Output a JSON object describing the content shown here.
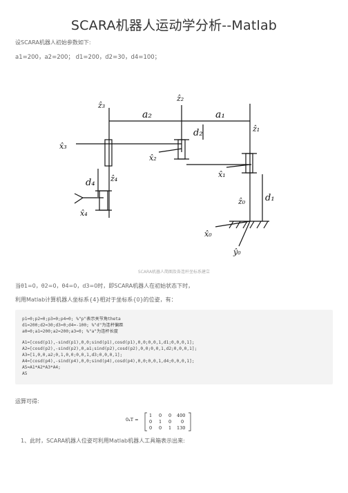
{
  "title": "SCARA机器人运动学分析--Matlab",
  "intro": "设SCARA机器人初始参数如下:",
  "params": "a1=200，a2=200；      d1=200，d2=30，d4=100；",
  "figure": {
    "caption": "SCARA机器人简图及各连杆坐标系建立",
    "labels": {
      "z3": "ẑ₃",
      "z2": "ẑ₂",
      "z1": "ẑ₁",
      "z0": "ẑ₀",
      "z4": "ẑ₄",
      "x3": "x̂₃",
      "x2": "x̂₂",
      "x1": "x̂₁",
      "x0": "x̂₀",
      "x4": "x̂₄",
      "y0": "ŷ₀",
      "a2": "a₂",
      "a1": "a₁",
      "d2": "d₂",
      "d4": "d₄",
      "d1": "d₁"
    }
  },
  "condition": "当θ1=0，θ2=0，θ4=0，d3=0时，即SCARA机器人在初始状态下时，",
  "method": "利用Matlab计算机器人坐标系{4}相对于坐标系{0}的位姿，有：",
  "code_lines": [
    "p1=0;p2=0;p3=0;p4=0;    %\"p\"表示关节角theta",
    "d1=200;d2=30;d3=0;d4=-100;   %\"d\"为连杆偏距",
    "a0=0;a1=200;a2=200;a3=0;     %\"a\"为连杆长度",
    "",
    "A1=[cosd(p1),-sind(p1),0,0;sind(p1),cosd(p1),0,0;0,0,1,d1;0,0,0,1];",
    "A2=[cosd(p2),-sind(p2),0,a1;sind(p2),cosd(p2),0,0;0,0,1,d2;0,0,0,1];",
    "A3=[1,0,0,a2;0,1,0,0;0,0,1,d3;0,0,0,1];",
    "A4=[cosd(p4),-sind(p4),0,0;sind(p4),cosd(p4),0,0;0,0,1,d4;0,0,0,1];",
    "A5=A1*A2*A3*A4;",
    "A5"
  ],
  "result_label": "运算可得:",
  "matrix": {
    "symbol": "0₄T =",
    "row1": [
      "1",
      "0",
      "0",
      "400"
    ],
    "row2": [
      "0",
      "1",
      "0",
      "0"
    ],
    "row3": [
      "0",
      "0",
      "1",
      "130"
    ]
  },
  "step1": "1、此时，SCARA机器人位姿可利用Matlab机器人工具箱表示出来:"
}
